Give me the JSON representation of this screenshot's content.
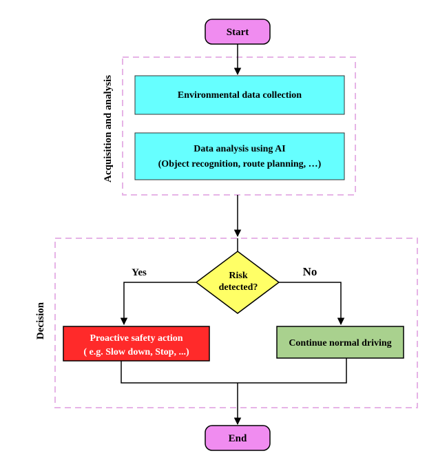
{
  "nodes": {
    "start": "Start",
    "collection": "Environmental data collection",
    "analysis_line1": "Data analysis using AI",
    "analysis_line2": "(Object recognition, route planning, …)",
    "decision_line1": "Risk",
    "decision_line2": "detected?",
    "safety_line1": "Proactive safety action",
    "safety_line2": "( e.g. Slow down, Stop, ...)",
    "normal": "Continue normal driving",
    "end": "End"
  },
  "branches": {
    "yes": "Yes",
    "no": "No"
  },
  "groups": {
    "acquisition": "Acquisition and analysis",
    "decision": "Decision"
  },
  "colors": {
    "terminal": "#f08cf0",
    "process_cyan": "#66ffff",
    "safety_red": "#ff2a2a",
    "normal_green": "#a9d18e",
    "decision_yellow": "#ffff66",
    "group_border": "#e6b3e6"
  }
}
